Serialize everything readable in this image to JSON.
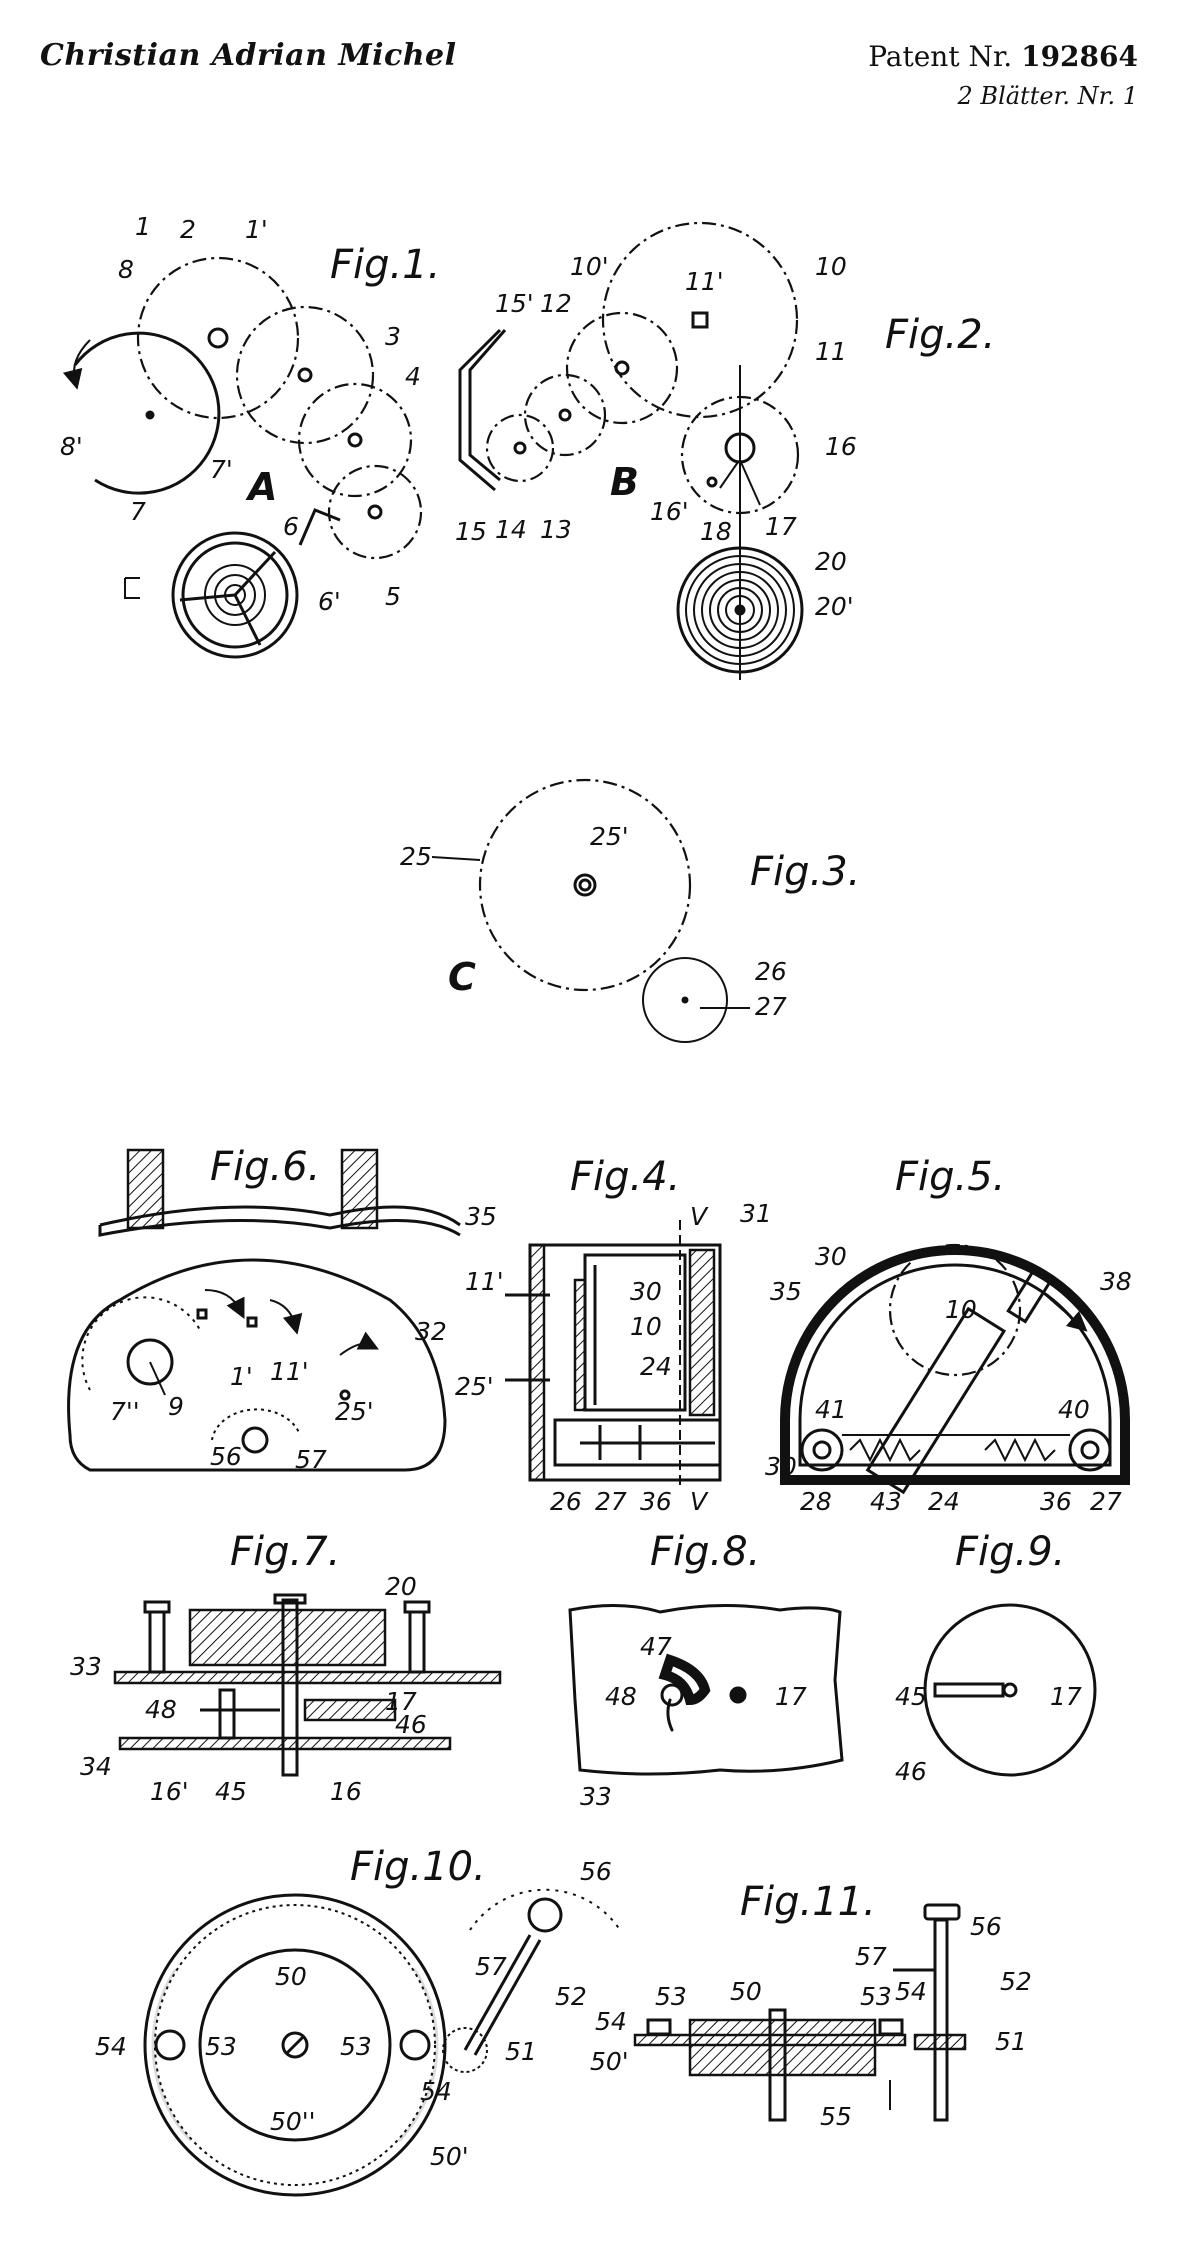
{
  "header": {
    "inventor": "Christian Adrian Michel",
    "patent_label": "Patent Nr.",
    "patent_number": "192864",
    "sheet_info": "2 Blätter. Nr. 1"
  },
  "figures": {
    "fig1": {
      "title": "Fig.1.",
      "letter": "A",
      "labels": [
        "1",
        "2",
        "1'",
        "8",
        "3",
        "4",
        "8'",
        "7'",
        "7",
        "6",
        "5",
        "6'"
      ]
    },
    "fig2": {
      "title": "Fig.2.",
      "letter": "B",
      "labels": [
        "10'",
        "11'",
        "10",
        "15'",
        "12",
        "11",
        "16",
        "15",
        "14",
        "13",
        "16'",
        "18",
        "17",
        "20",
        "20'"
      ]
    },
    "fig3": {
      "title": "Fig.3.",
      "letter": "C",
      "labels": [
        "25'",
        "25",
        "26",
        "27"
      ]
    },
    "fig6": {
      "title": "Fig.6.",
      "labels": [
        "32",
        "1'",
        "11'",
        "25'",
        "7''",
        "9",
        "56",
        "57"
      ]
    },
    "fig4": {
      "title": "Fig.4.",
      "labels": [
        "V",
        "35",
        "31",
        "30",
        "11'",
        "10",
        "24",
        "25'",
        "26",
        "27",
        "36",
        "V"
      ]
    },
    "fig5": {
      "title": "Fig.5.",
      "labels": [
        "30",
        "35",
        "38",
        "10",
        "41",
        "40",
        "30",
        "28",
        "43",
        "24",
        "36",
        "27"
      ]
    },
    "fig7": {
      "title": "Fig.7.",
      "labels": [
        "20",
        "33",
        "17",
        "48",
        "46",
        "34",
        "16'",
        "45",
        "16"
      ]
    },
    "fig8": {
      "title": "Fig.8.",
      "labels": [
        "47",
        "48",
        "17",
        "33"
      ]
    },
    "fig9": {
      "title": "Fig.9.",
      "labels": [
        "45",
        "17",
        "46"
      ]
    },
    "fig10": {
      "title": "Fig.10.",
      "labels": [
        "56",
        "50",
        "57",
        "52",
        "54",
        "53",
        "53",
        "51",
        "54",
        "50''",
        "50'"
      ]
    },
    "fig11": {
      "title": "Fig.11.",
      "labels": [
        "56",
        "57",
        "53",
        "50",
        "53",
        "54",
        "52",
        "54",
        "51",
        "50'",
        "55"
      ]
    }
  }
}
